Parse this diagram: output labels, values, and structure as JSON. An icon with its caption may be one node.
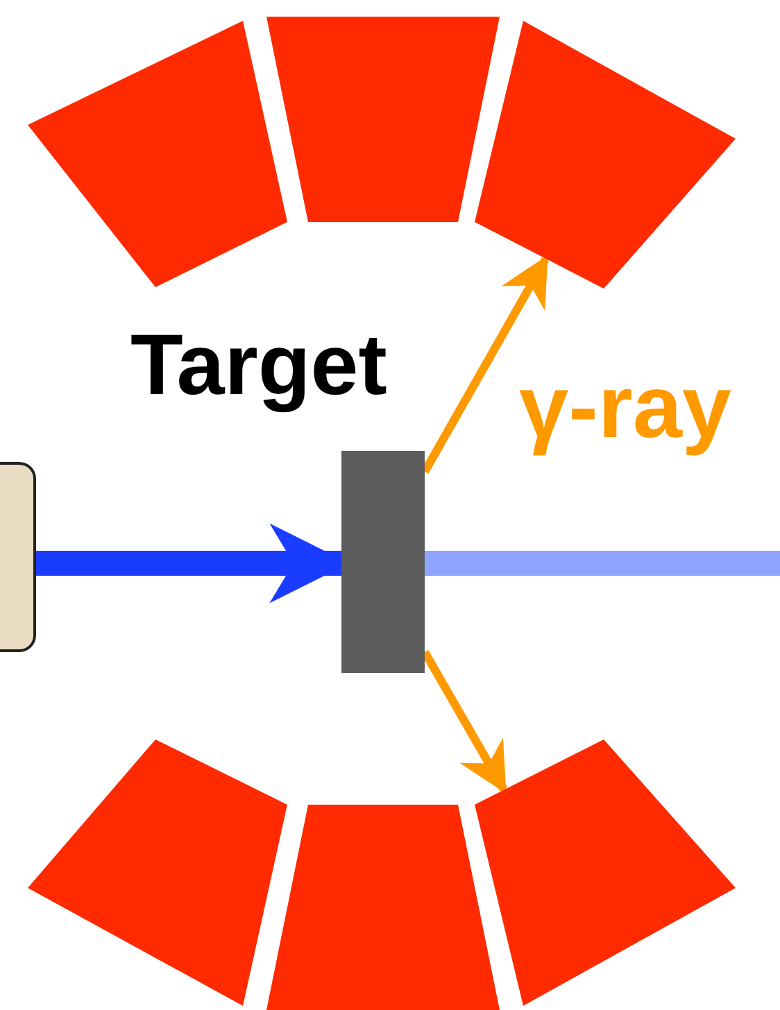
{
  "diagram": {
    "nodes": [
      {
        "text": [],
        "shape": "box"
      },
      {
        "text": [],
        "shape": "box"
      },
      {
        "text": [],
        "shape": "box"
      },
      {
        "text": [
          "Target"
        ]
      },
      {
        "text": [],
        "shape": "box"
      },
      {
        "text": [],
        "shape": "box"
      },
      {
        "text": [],
        "shape": "box"
      },
      {
        "text": [],
        "shape": "box"
      }
    ],
    "edges": [
      {
        "from": 4,
        "to": 3,
        "arrow": "to",
        "style": "thick",
        "color": "#1a3cff"
      },
      {
        "from": 3,
        "to": null,
        "arrow": "none",
        "style": "thick",
        "color": "#8ea4ff"
      },
      {
        "from": 3,
        "to": 2,
        "arrow": "to"
      },
      {
        "from": 3,
        "to": 7,
        "arrow": "to"
      }
    ],
    "labels": [
      "γ-ray"
    ]
  }
}
